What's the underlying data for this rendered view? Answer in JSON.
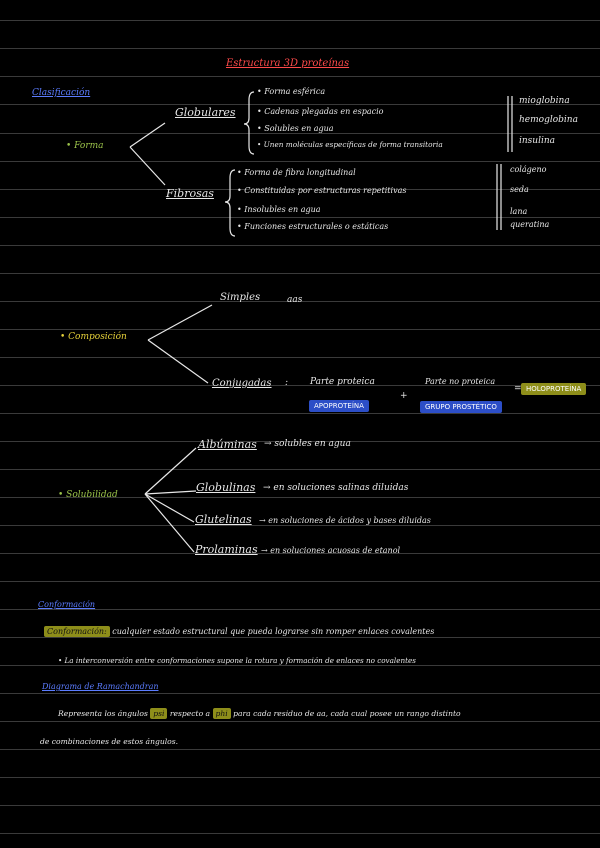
{
  "title": "Estructura 3D proteínas",
  "clasificacion": {
    "heading": "Clasificación",
    "forma": {
      "label": "• Forma",
      "globulares": {
        "label": "Globulares",
        "items": [
          "• Forma esférica",
          "• Cadenas plegadas en espacio",
          "• Solubles en agua",
          "• Unen moléculas específicas de forma transitoria"
        ],
        "examples": [
          "mioglobina",
          "hemoglobina",
          "insulina"
        ]
      },
      "fibrosas": {
        "label": "Fibrosas",
        "items": [
          "• Forma de fibra longitudinal",
          "• Constituidas por estructuras repetitivas",
          "• Insolubles en agua",
          "• Funciones estructurales o estáticas"
        ],
        "examples": [
          "colágeno",
          "seda",
          "lana",
          "queratina"
        ]
      }
    },
    "composicion": {
      "label": "• Composición",
      "simples": {
        "label": "Simples",
        "note": "aas"
      },
      "conjugadas": {
        "label": "Conjugadas",
        "colon": ":",
        "proteica": "Parte proteica",
        "no_proteica": "Parte no proteica",
        "plus": "+",
        "equals": "=",
        "apoproteina": "APOPROTEÍNA",
        "grupo": "GRUPO PROSTÉTICO",
        "holoproteina": "HOLOPROTEÍNA"
      }
    },
    "solubilidad": {
      "label": "• Solubilidad",
      "items": [
        {
          "name": "Albúminas",
          "desc": "→ solubles en agua"
        },
        {
          "name": "Globulinas",
          "desc": "→ en soluciones salinas diluidas"
        },
        {
          "name": "Glutelinas",
          "desc": "→ en soluciones de ácidos y bases diluidas"
        },
        {
          "name": "Prolaminas",
          "desc": "→ en soluciones acuosas de etanol"
        }
      ]
    }
  },
  "conformacion": {
    "heading": "Conformación",
    "term": "Conformación:",
    "definition": "cualquier estado estructural que pueda lograrse sin romper enlaces covalentes",
    "note": "• La interconversión entre conformaciones supone la rotura y formación de enlaces no covalentes"
  },
  "ramachandran": {
    "heading": "Diagrama de Ramachandran",
    "line1_a": "Representa los ángulos",
    "psi": "psi",
    "line1_b": "respecto a",
    "phi": "phi",
    "line1_c": "para cada residuo de aa, cada cual posee un rango distinto",
    "line2": "de combinaciones de estos ángulos."
  },
  "colors": {
    "title": "#ff4a4a",
    "blue": "#5b7cff",
    "green": "#9bc34a",
    "badge_blue": "#2c4ec7",
    "badge_olive": "#8e8e1a"
  }
}
